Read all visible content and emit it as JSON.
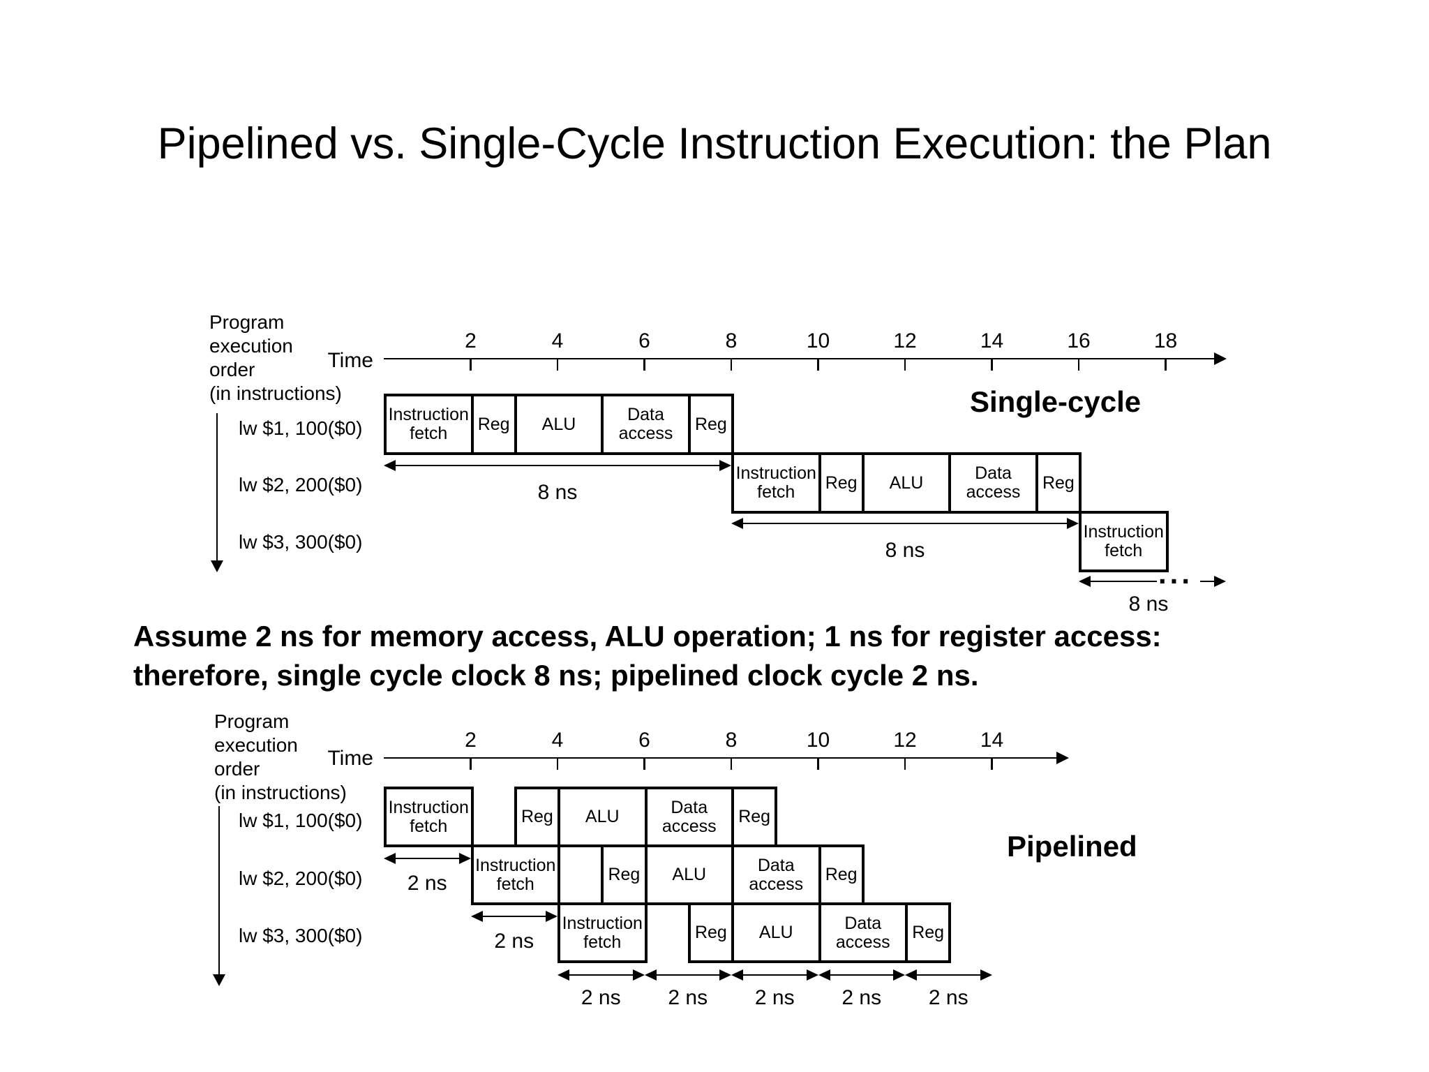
{
  "title": "Pipelined vs. Single-Cycle Instruction Execution: the Plan",
  "assumption": {
    "line1": "Assume 2 ns for memory access, ALU operation; 1 ns for register access:",
    "line2": "therefore, single cycle clock 8 ns; pipelined clock cycle 2 ns."
  },
  "single_cycle": {
    "heading": "Single-cycle",
    "time_label": "Time",
    "order_label_lines": [
      "Program",
      "execution",
      "order",
      "(in instructions)"
    ],
    "instructions": [
      "lw $1, 100($0)",
      "lw $2, 200($0)",
      "lw $3, 300($0)"
    ],
    "axis_ticks": [
      2,
      4,
      6,
      8,
      10,
      12,
      14,
      16,
      18
    ],
    "rows": [
      {
        "stages": [
          {
            "label": "Instruction fetch",
            "start": 0,
            "dur": 2
          },
          {
            "label": "Reg",
            "start": 2,
            "dur": 1
          },
          {
            "label": "ALU",
            "start": 3,
            "dur": 2
          },
          {
            "label": "Data access",
            "start": 5,
            "dur": 2
          },
          {
            "label": "Reg",
            "start": 7,
            "dur": 1
          }
        ]
      },
      {
        "stages": [
          {
            "label": "Instruction fetch",
            "start": 8,
            "dur": 2
          },
          {
            "label": "Reg",
            "start": 10,
            "dur": 1
          },
          {
            "label": "ALU",
            "start": 11,
            "dur": 2
          },
          {
            "label": "Data access",
            "start": 13,
            "dur": 2
          },
          {
            "label": "Reg",
            "start": 15,
            "dur": 1
          }
        ]
      },
      {
        "stages": [
          {
            "label": "Instruction fetch",
            "start": 16,
            "dur": 2
          }
        ]
      }
    ],
    "duration_arrows": [
      {
        "label": "8 ns",
        "from": 0,
        "to": 8
      },
      {
        "label": "8 ns",
        "from": 8,
        "to": 16
      }
    ],
    "open_arrow": {
      "label": "8 ns",
      "from": 16,
      "ellipsis": "..."
    }
  },
  "pipelined": {
    "heading": "Pipelined",
    "time_label": "Time",
    "order_label_lines": [
      "Program",
      "execution",
      "order",
      "(in instructions)"
    ],
    "instructions": [
      "lw $1, 100($0)",
      "lw $2, 200($0)",
      "lw $3, 300($0)"
    ],
    "axis_ticks": [
      2,
      4,
      6,
      8,
      10,
      12,
      14
    ],
    "rows": [
      {
        "stages": [
          {
            "label": "Instruction fetch",
            "start": 0,
            "dur": 2
          },
          {
            "label": "Reg",
            "start": 3,
            "dur": 1
          },
          {
            "label": "ALU",
            "start": 4,
            "dur": 2
          },
          {
            "label": "Data access",
            "start": 6,
            "dur": 2
          },
          {
            "label": "Reg",
            "start": 8,
            "dur": 1
          }
        ]
      },
      {
        "stages": [
          {
            "label": "Instruction fetch",
            "start": 2,
            "dur": 2
          },
          {
            "label": "Reg",
            "start": 5,
            "dur": 1
          },
          {
            "label": "ALU",
            "start": 6,
            "dur": 2
          },
          {
            "label": "Data access",
            "start": 8,
            "dur": 2
          },
          {
            "label": "Reg",
            "start": 10,
            "dur": 1
          }
        ]
      },
      {
        "stages": [
          {
            "label": "Instruction fetch",
            "start": 4,
            "dur": 2
          },
          {
            "label": "Reg",
            "start": 7,
            "dur": 1
          },
          {
            "label": "ALU",
            "start": 8,
            "dur": 2
          },
          {
            "label": "Data access",
            "start": 10,
            "dur": 2
          },
          {
            "label": "Reg",
            "start": 12,
            "dur": 1
          }
        ]
      }
    ],
    "stair_arrows": [
      {
        "label": "2 ns",
        "from": 0,
        "to": 2
      },
      {
        "label": "2 ns",
        "from": 2,
        "to": 4
      }
    ],
    "cycle_arrows": [
      {
        "label": "2 ns",
        "from": 4,
        "to": 6
      },
      {
        "label": "2 ns",
        "from": 6,
        "to": 8
      },
      {
        "label": "2 ns",
        "from": 8,
        "to": 10
      },
      {
        "label": "2 ns",
        "from": 10,
        "to": 12
      },
      {
        "label": "2 ns",
        "from": 12,
        "to": 14
      }
    ]
  }
}
